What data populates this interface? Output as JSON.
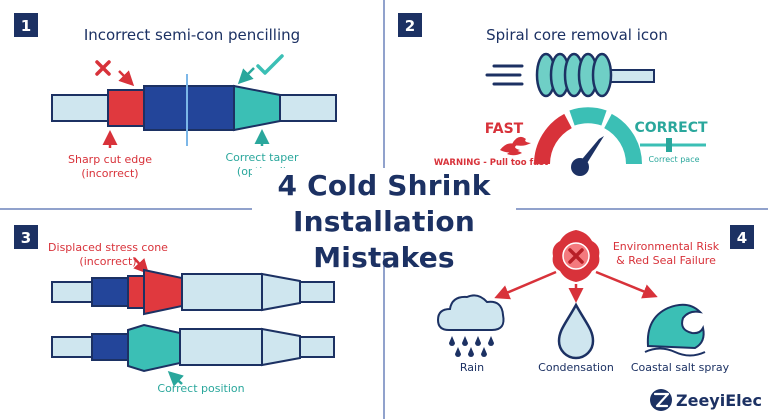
{
  "title": {
    "line1": "4 Cold Shrink",
    "line2": "Installation Mistakes"
  },
  "colors": {
    "navy": "#1c3163",
    "red": "#e0393e",
    "teal": "#3bbfb5",
    "pale_blue": "#cfe6ef",
    "dark_blue": "#23459a"
  },
  "panel1": {
    "number": "1",
    "heading": "Incorrect semi-con pencilling",
    "label_incorrect": [
      "Sharp cut edge",
      "(incorrect)"
    ],
    "label_correct": [
      "Correct taper",
      "(optimal)"
    ]
  },
  "panel2": {
    "number": "2",
    "heading": "Spiral core removal icon",
    "fast": "FAST",
    "warning": "WARNING - Pull too fast",
    "correct": "CORRECT",
    "correct_pace": "Correct pace"
  },
  "panel3": {
    "number": "3",
    "label_displaced": [
      "Displaced stress cone",
      "(incorrect)"
    ],
    "label_correct": "Correct position"
  },
  "panel4": {
    "number": "4",
    "risk": [
      "Environmental Risk",
      "& Red Seal Failure"
    ],
    "items": [
      "Rain",
      "Condensation",
      "Coastal salt spray"
    ]
  },
  "logo": {
    "text": "ZeeyiElec",
    "icon": "z-bolt-icon"
  }
}
